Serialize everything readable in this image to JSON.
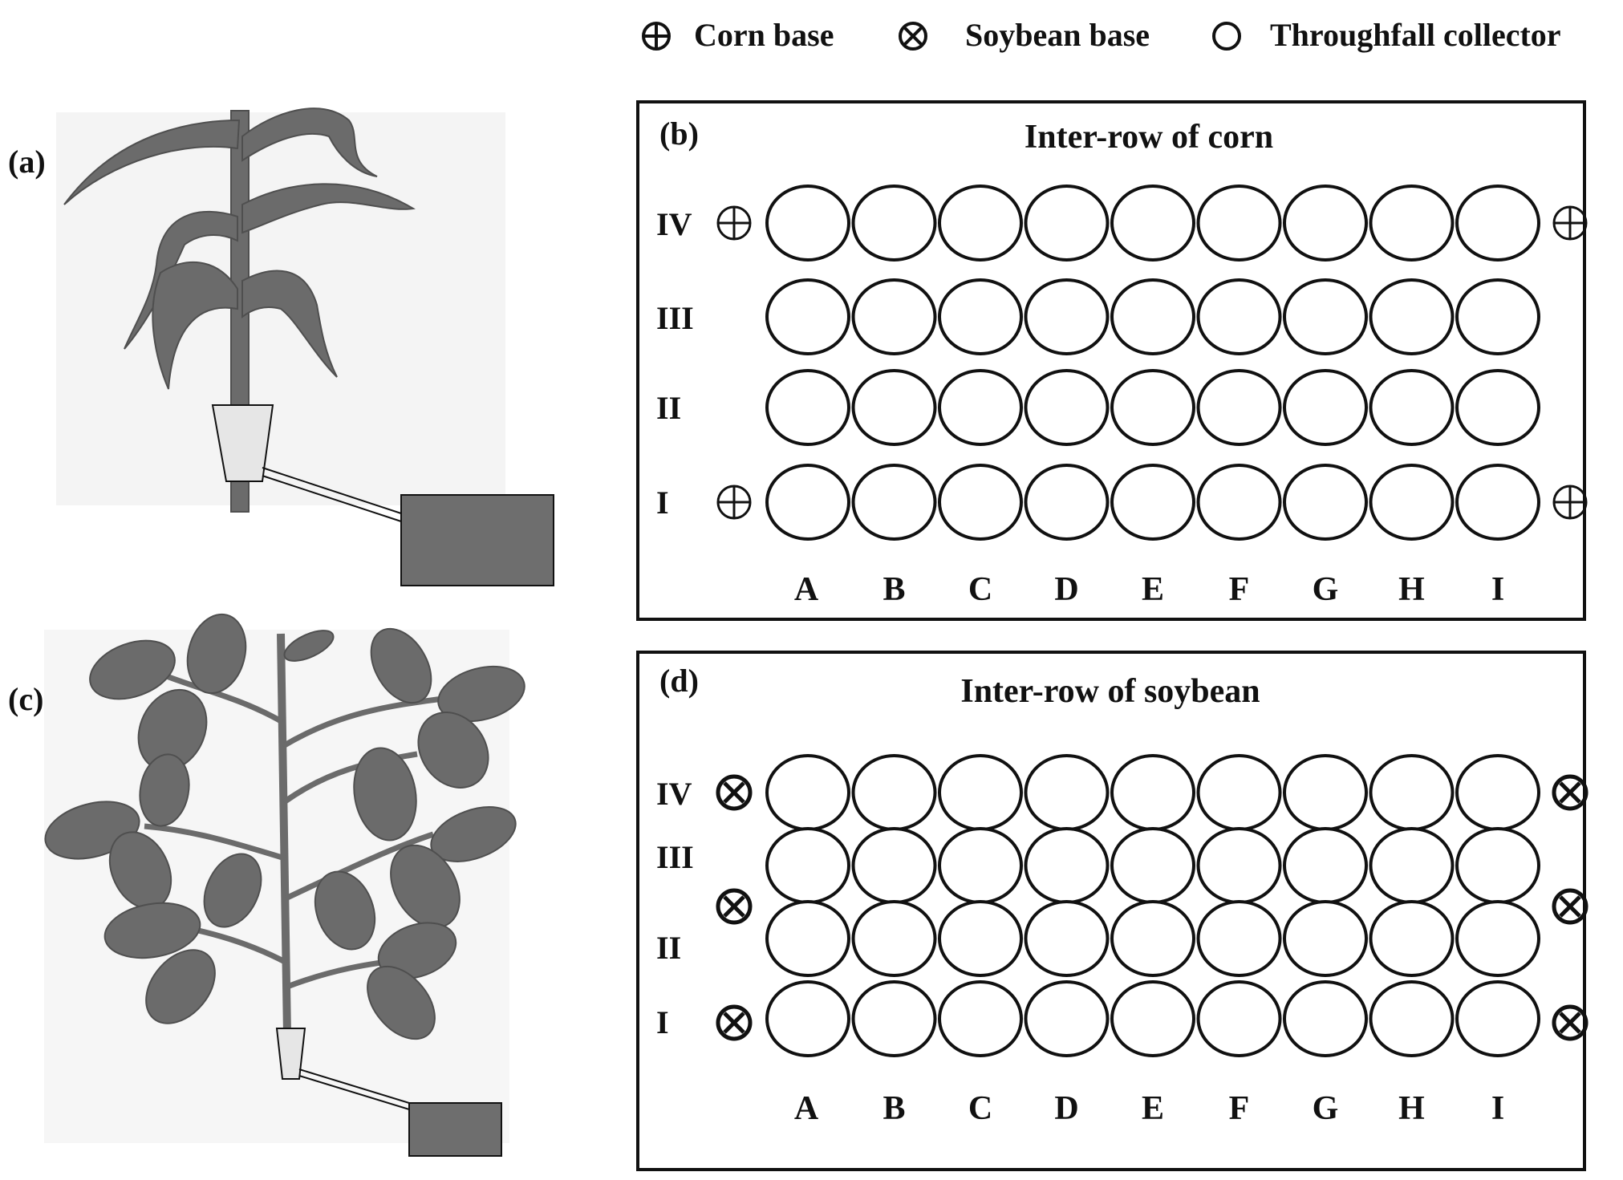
{
  "legend": {
    "corn_base": "Corn base",
    "soybean_base": "Soybean base",
    "collector": "Throughfall collector"
  },
  "panels": {
    "a": {
      "label": "(a)"
    },
    "b": {
      "label": "(b)",
      "title": "Inter-row of corn"
    },
    "c": {
      "label": "(c)"
    },
    "d": {
      "label": "(d)",
      "title": "Inter-row of soybean"
    }
  },
  "rows": [
    "IV",
    "III",
    "II",
    "I"
  ],
  "columns": [
    "A",
    "B",
    "C",
    "D",
    "E",
    "F",
    "G",
    "H",
    "I"
  ],
  "colors": {
    "plant": "#6b6b6b",
    "plant_dark": "#4f4f4f",
    "tank": "#6e6e6e",
    "funnel": "#e6e6e6",
    "line": "#111111"
  }
}
